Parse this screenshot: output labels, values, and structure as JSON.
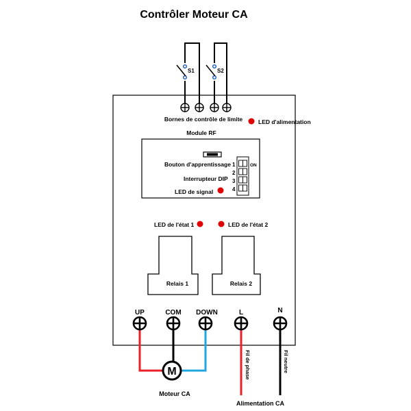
{
  "title": "Contrôler Moteur CA",
  "switches": {
    "s1": "S1",
    "s2": "S2"
  },
  "labels": {
    "limit_terminals": "Bornes de contrôle de limite",
    "power_led": "LED d'alimentation",
    "rf_module": "Module RF",
    "learn_button": "Bouton d'apprentissage",
    "dip_switch": "Interrupteur DIP",
    "signal_led": "LED de signal",
    "status_led_1": "LED de l'état 1",
    "status_led_2": "LED de l'état 2",
    "relay_1": "Relais 1",
    "relay_2": "Relais 2"
  },
  "dip": {
    "positions": [
      "1",
      "2",
      "3",
      "4"
    ],
    "on_label": "ON"
  },
  "terminals": {
    "up": "UP",
    "com": "COM",
    "down": "DOWN",
    "l": "L",
    "n": "N"
  },
  "motor": {
    "symbol": "M",
    "label": "Moteur CA"
  },
  "wires": {
    "phase": "Fil de phase",
    "neutral": "Fil neutre"
  },
  "power_label": "Alimentation CA",
  "colors": {
    "led": "#e00000",
    "phase_wire": "#e8202a",
    "down_wire": "#22a6e0",
    "wire": "#000000"
  }
}
